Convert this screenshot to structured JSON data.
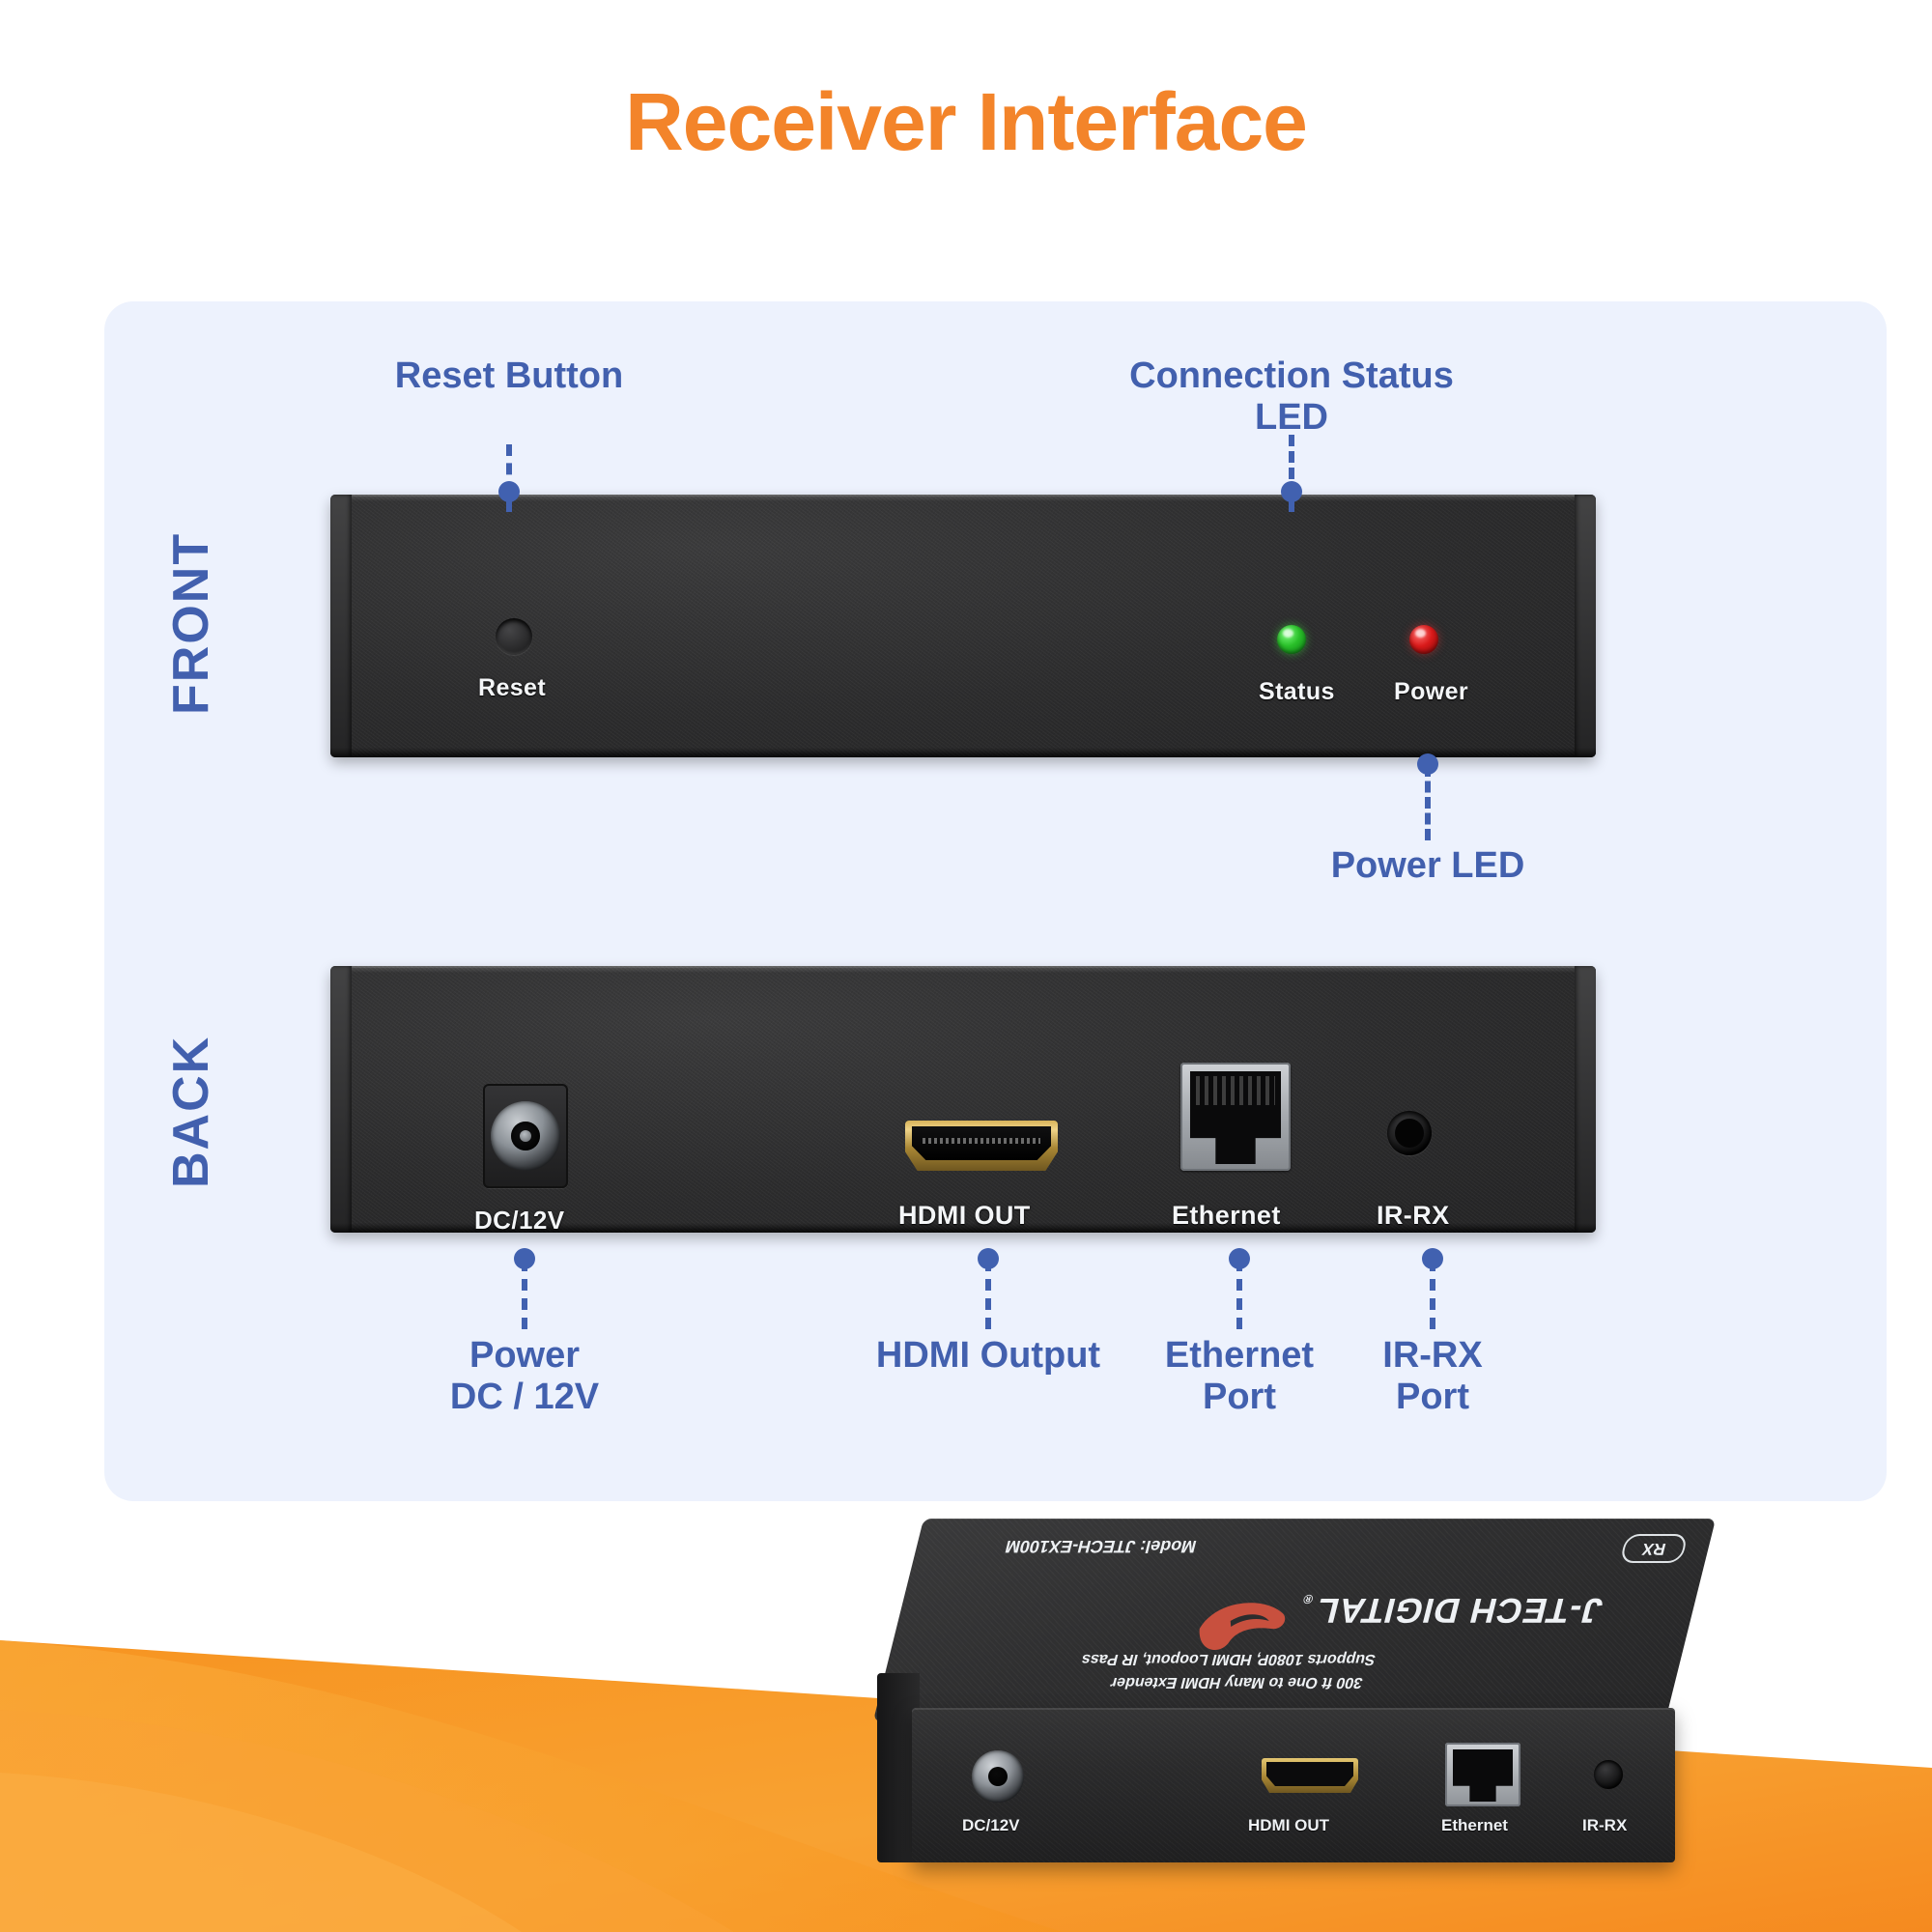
{
  "title": "Receiver Interface",
  "colors": {
    "title_orange": "#F3842A",
    "callout_blue": "#4260AE",
    "dot_blue": "#4161B0",
    "panel_bg": "#EDF2FD",
    "led_status_green": "#29BF29",
    "led_power_red": "#D91A1A"
  },
  "views": {
    "front_label": "FRONT",
    "back_label": "BACK"
  },
  "front": {
    "device_labels": {
      "reset": "Reset",
      "status": "Status",
      "power": "Power"
    },
    "callouts": [
      {
        "id": "reset-button",
        "text": "Reset Button"
      },
      {
        "id": "connection-status-led",
        "text": "Connection Status\nLED"
      },
      {
        "id": "power-led",
        "text": "Power LED"
      }
    ]
  },
  "back": {
    "device_labels": {
      "dc": "DC/12V",
      "hdmi": "HDMI OUT",
      "ethernet": "Ethernet",
      "ir": "IR-RX"
    },
    "callouts": [
      {
        "id": "power-dc",
        "text": "Power\nDC / 12V"
      },
      {
        "id": "hdmi-output",
        "text": "HDMI Output"
      },
      {
        "id": "ethernet-port",
        "text": "Ethernet\nPort"
      },
      {
        "id": "ir-rx-port",
        "text": "IR-RX\nPort"
      }
    ]
  },
  "product_photo": {
    "model": "Model: JTECH-EX100M",
    "brand": "J-TECH DIGITAL",
    "brand_mark": "®",
    "rx_badge": "RX",
    "tagline_line1": "300 ft One to Many HDMI Extender",
    "tagline_line2": "Supports 1080P, HDMI Loopout, IR Pass",
    "port_labels": {
      "dc": "DC/12V",
      "hdmi": "HDMI OUT",
      "ethernet": "Ethernet",
      "ir": "IR-RX"
    }
  }
}
